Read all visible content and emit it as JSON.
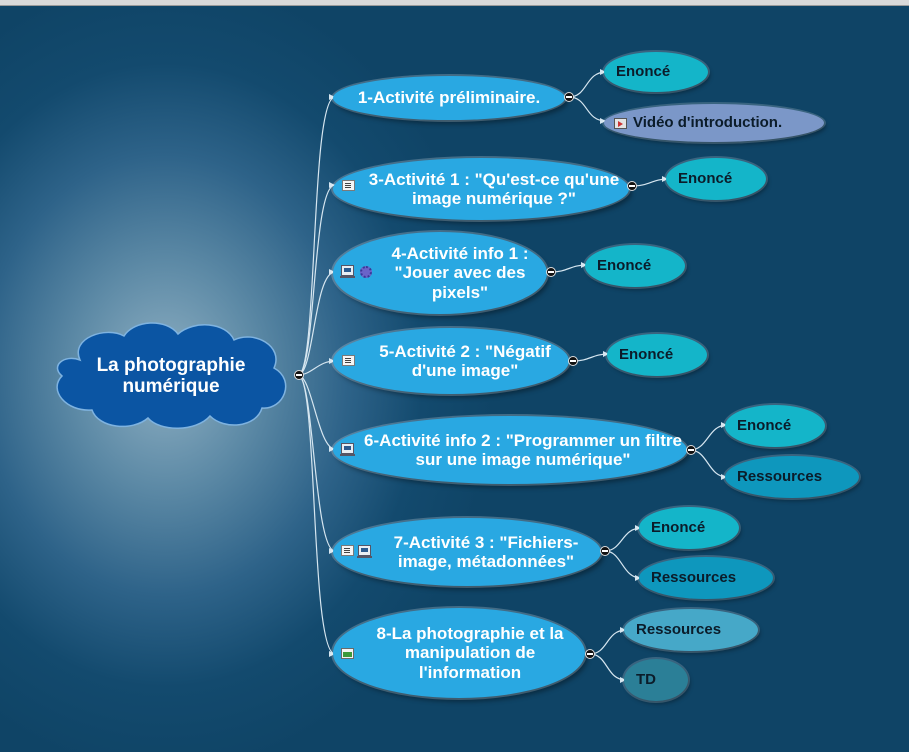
{
  "map": {
    "root": {
      "label": "La photographie numérique"
    },
    "activities": [
      {
        "label": "1-Activité préliminaire.",
        "children": [
          "Enoncé",
          "Vidéo d'introduction."
        ]
      },
      {
        "label": "3-Activité 1 : \"Qu'est-ce qu'une image numérique ?\"",
        "children": [
          "Enoncé"
        ]
      },
      {
        "label": "4-Activité info 1 : \"Jouer avec des pixels\"",
        "children": [
          "Enoncé"
        ]
      },
      {
        "label": "5-Activité 2 : \"Négatif d'une image\"",
        "children": [
          "Enoncé"
        ]
      },
      {
        "label": "6-Activité info 2 : \"Programmer un filtre sur une image numérique\"",
        "children": [
          "Enoncé",
          "Ressources"
        ]
      },
      {
        "label": "7-Activité 3 : \"Fichiers-image, métadonnées\"",
        "children": [
          "Enoncé",
          "Ressources"
        ]
      },
      {
        "label": "8-La photographie et la manipulation de l'information",
        "children": [
          "Ressources",
          "TD"
        ]
      }
    ]
  },
  "colors": {
    "root_fill": "#0b55a3",
    "activity_fill": "#29a8e2",
    "leaf_fill": "#14b5c9",
    "video_fill": "#7b97c8",
    "link_stroke": "#d6e6f0"
  }
}
